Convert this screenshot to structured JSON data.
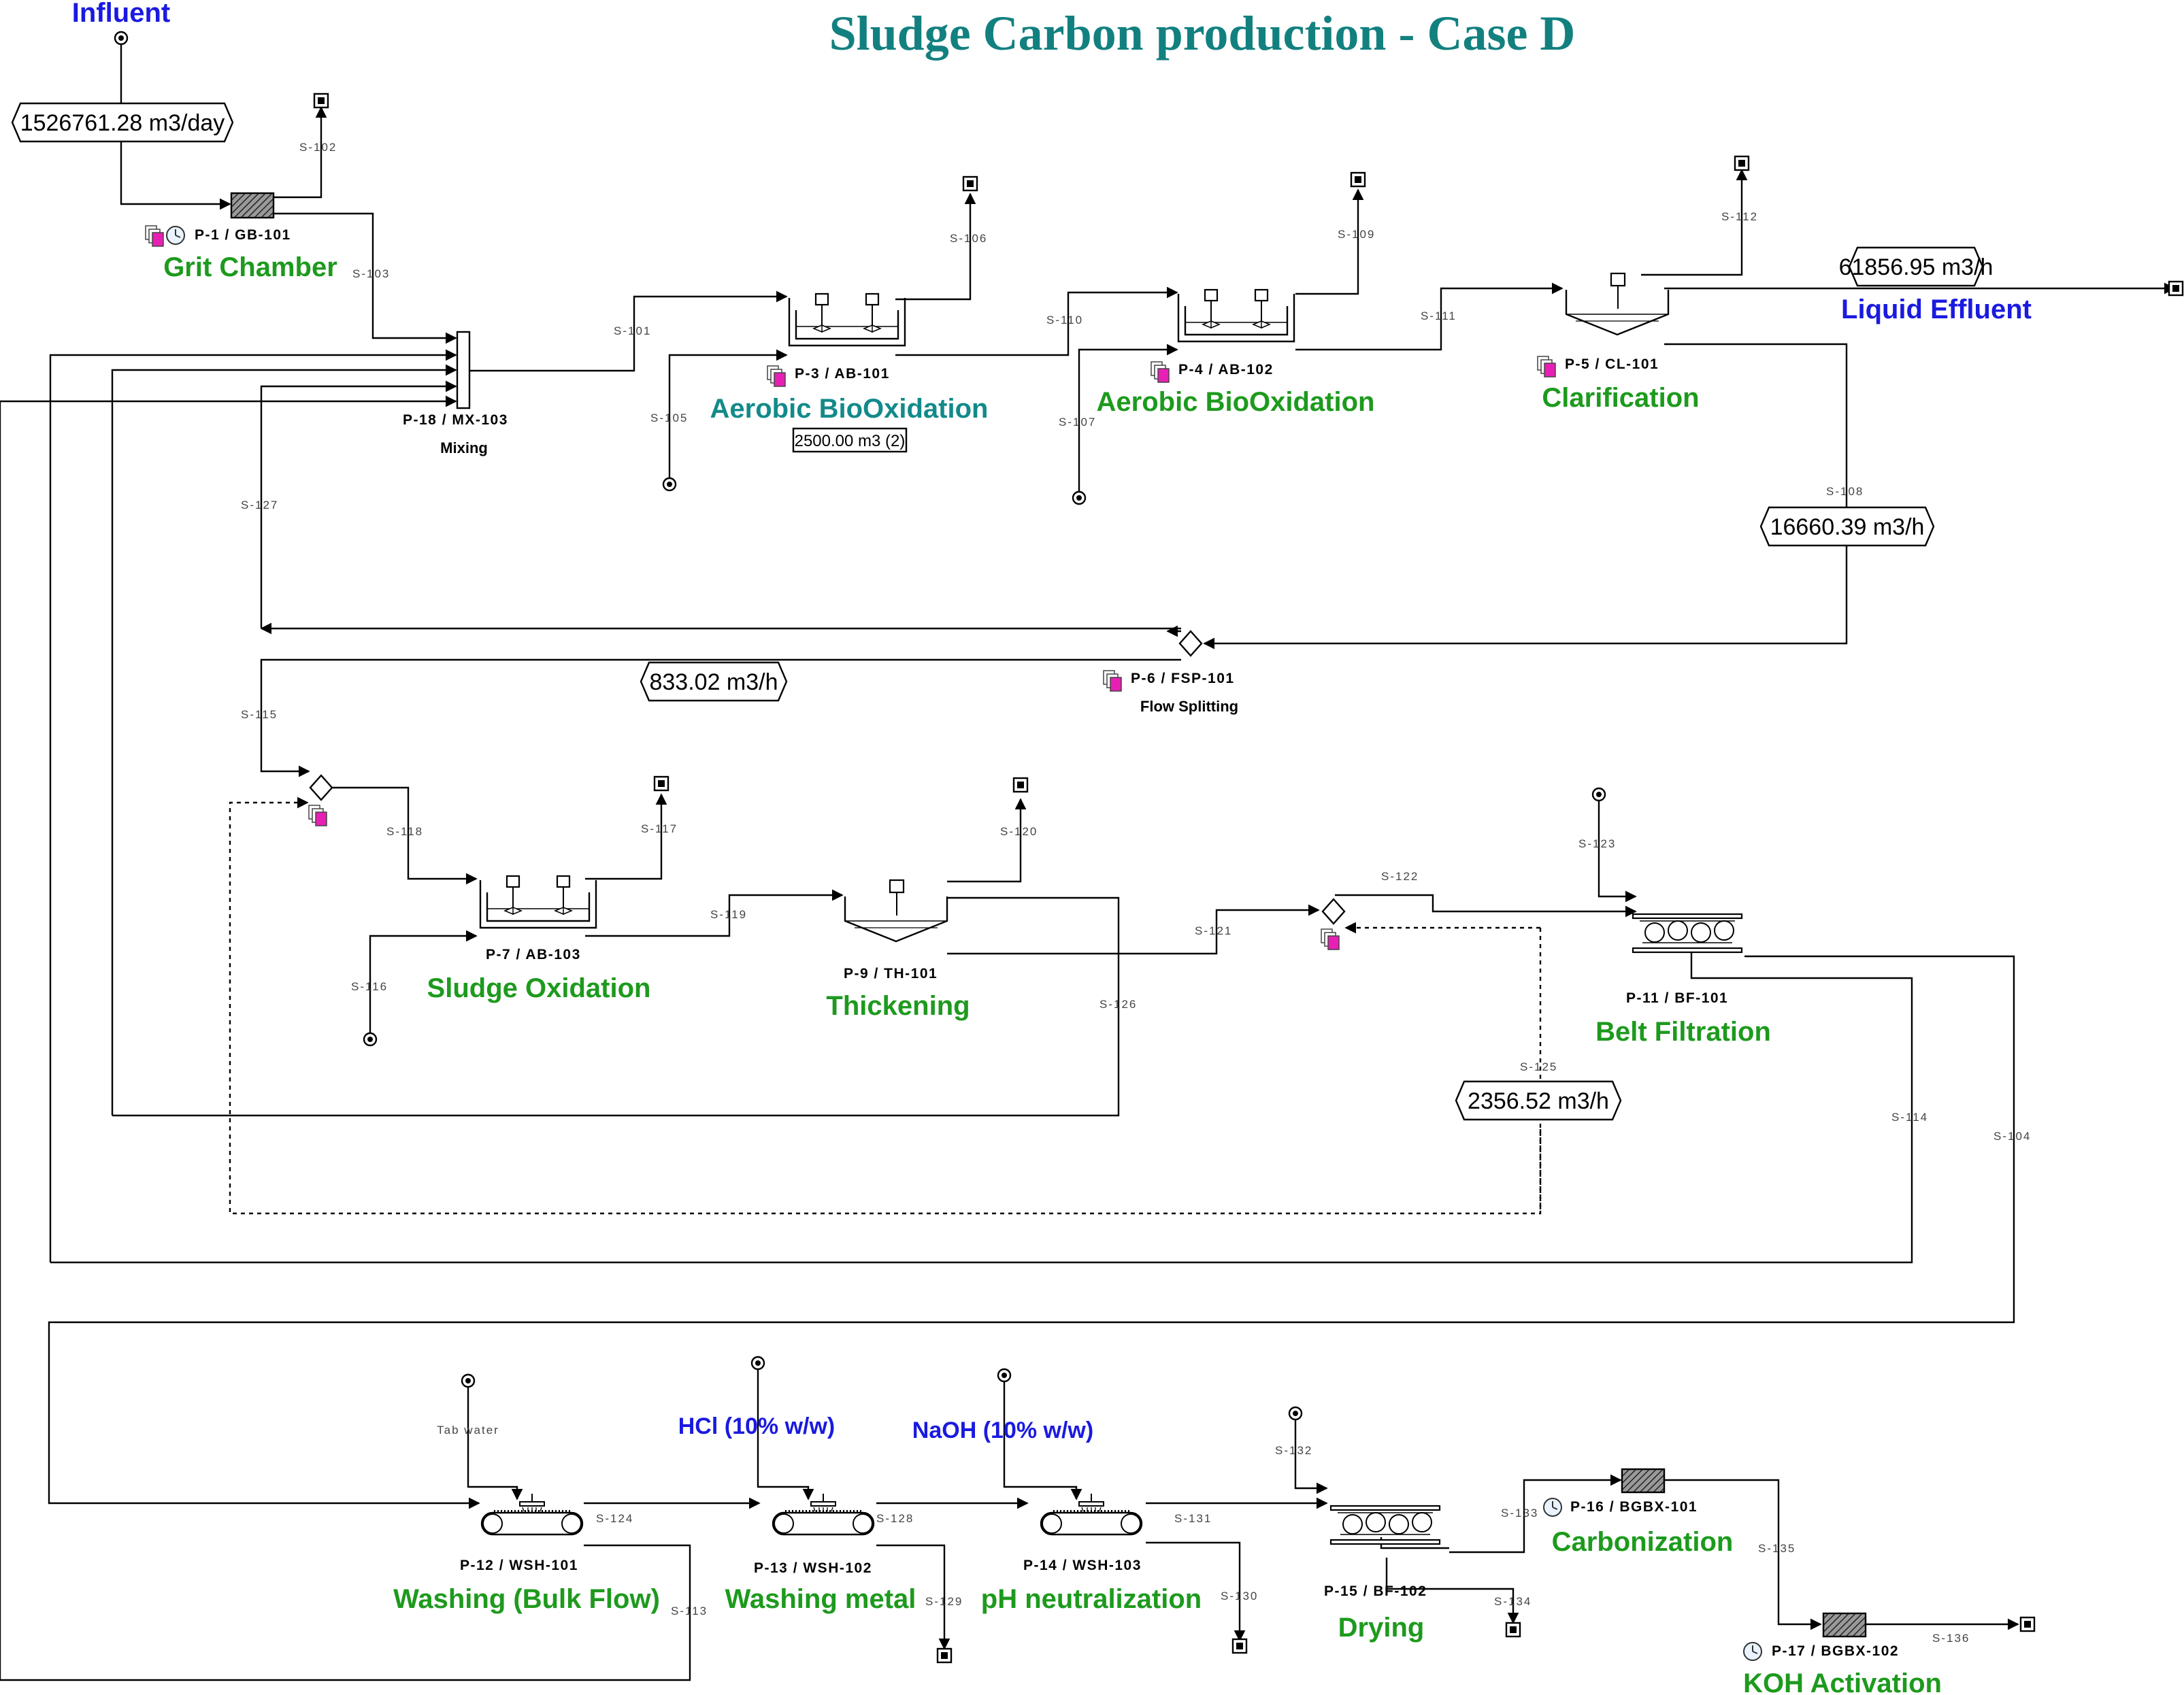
{
  "title": "Sludge Carbon production - Case D",
  "colors": {
    "title": "#138080",
    "operation": "#1d9a1d",
    "stream_label": "#1a1ae0",
    "icon_magenta": "#e81fb5"
  },
  "influent_label": "Influent",
  "liquid_effluent_label": "Liquid Effluent",
  "reagents": {
    "hcl": "HCl (10% w/w)",
    "naoh": "NaOH (10% w/w)",
    "tab_water": "Tab water"
  },
  "flow_tags": {
    "influent": "1526761.28 m3/day",
    "effluent": "61856.95 m3/h",
    "s108": "16660.39 m3/h",
    "s115": "833.02 m3/h",
    "s125": "2356.52 m3/h"
  },
  "volume_tag": "2500.00 m3  (2)",
  "units": [
    {
      "id": "p1",
      "label": "P-1 / GB-101",
      "name": "Grit Chamber"
    },
    {
      "id": "p3",
      "label": "P-3 / AB-101",
      "name": "Aerobic BioOxidation"
    },
    {
      "id": "p4",
      "label": "P-4 / AB-102",
      "name": "Aerobic BioOxidation"
    },
    {
      "id": "p5",
      "label": "P-5 / CL-101",
      "name": "Clarification"
    },
    {
      "id": "p6",
      "label": "P-6 / FSP-101",
      "name": "Flow Splitting"
    },
    {
      "id": "p7",
      "label": "P-7 / AB-103",
      "name": "Sludge Oxidation"
    },
    {
      "id": "p9",
      "label": "P-9 / TH-101",
      "name": "Thickening"
    },
    {
      "id": "p11",
      "label": "P-11 / BF-101",
      "name": "Belt Filtration"
    },
    {
      "id": "p12",
      "label": "P-12 / WSH-101",
      "name": "Washing (Bulk Flow)"
    },
    {
      "id": "p13",
      "label": "P-13 / WSH-102",
      "name": "Washing metal"
    },
    {
      "id": "p14",
      "label": "P-14 / WSH-103",
      "name": "pH neutralization"
    },
    {
      "id": "p15",
      "label": "P-15 / BF-102",
      "name": "Drying"
    },
    {
      "id": "p16",
      "label": "P-16 / BGBX-101",
      "name": "Carbonization"
    },
    {
      "id": "p17",
      "label": "P-17 / BGBX-102",
      "name": "KOH Activation"
    },
    {
      "id": "p18",
      "label": "P-18 / MX-103",
      "name": "Mixing"
    }
  ],
  "streams": {
    "s101": "S-101",
    "s102": "S-102",
    "s103": "S-103",
    "s104": "S-104",
    "s105": "S-105",
    "s106": "S-106",
    "s107": "S-107",
    "s108": "S-108",
    "s109": "S-109",
    "s110": "S-110",
    "s111": "S-111",
    "s112": "S-112",
    "s113": "S-113",
    "s114": "S-114",
    "s115": "S-115",
    "s116": "S-116",
    "s117": "S-117",
    "s118": "S-118",
    "s119": "S-119",
    "s120": "S-120",
    "s121": "S-121",
    "s122": "S-122",
    "s123": "S-123",
    "s124": "S-124",
    "s125": "S-125",
    "s126": "S-126",
    "s127": "S-127",
    "s128": "S-128",
    "s129": "S-129",
    "s130": "S-130",
    "s131": "S-131",
    "s132": "S-132",
    "s133": "S-133",
    "s134": "S-134",
    "s135": "S-135",
    "s136": "S-136"
  }
}
